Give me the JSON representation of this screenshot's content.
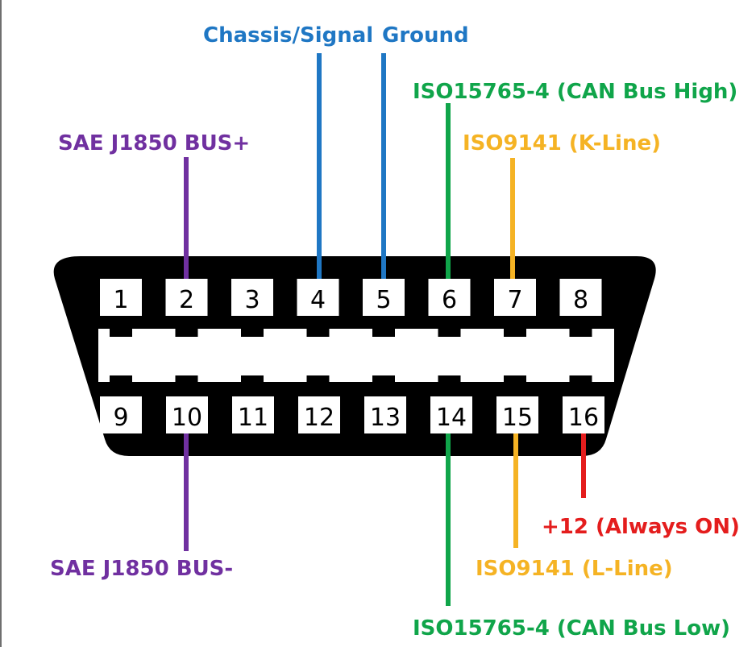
{
  "colors": {
    "purple": "#7030a0",
    "blue": "#1f77c4",
    "green": "#10a54a",
    "yellow": "#f5b324",
    "red": "#e41d1d",
    "connector": "#000000"
  },
  "pins_top": [
    "1",
    "2",
    "3",
    "4",
    "5",
    "6",
    "7",
    "8"
  ],
  "pins_bottom": [
    "9",
    "10",
    "11",
    "12",
    "13",
    "14",
    "15",
    "16"
  ],
  "labels": {
    "chassis": "Chassis/Signal",
    "signal_ground": "Ground",
    "can_high": "ISO15765-4 (CAN Bus High)",
    "k_line": "ISO9141 (K-Line)",
    "j1850_plus": "SAE J1850 BUS+",
    "j1850_minus": "SAE J1850 BUS-",
    "plus12": "+12 (Always ON)",
    "l_line": "ISO9141 (L-Line)",
    "can_low": "ISO15765-4 (CAN Bus Low)"
  }
}
